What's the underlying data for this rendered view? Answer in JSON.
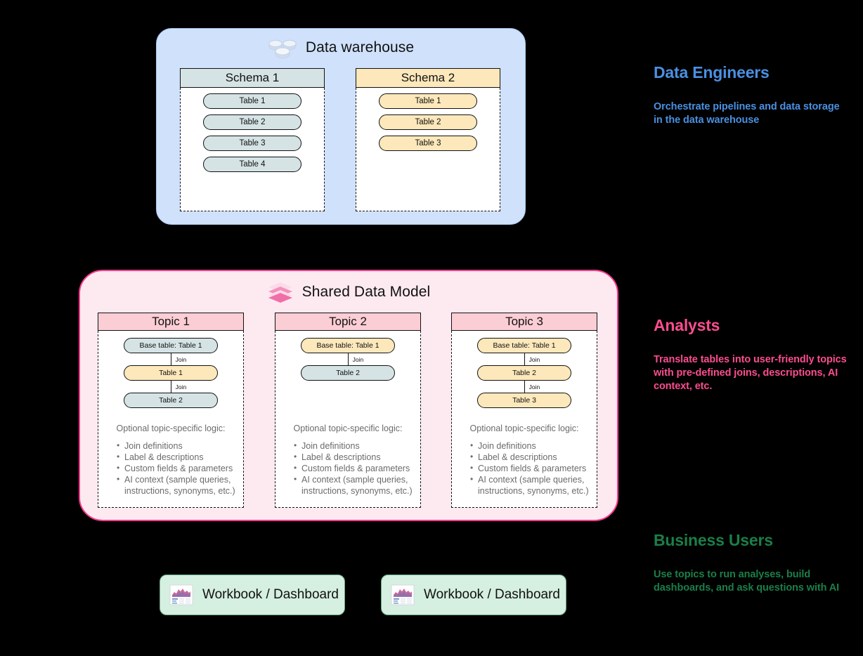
{
  "warehouse": {
    "title": "Data warehouse",
    "icon": "database-pucks-icon",
    "schemas": [
      {
        "name": "Schema 1",
        "color": "#d5e3e5",
        "tables": [
          "Table 1",
          "Table 2",
          "Table 3",
          "Table 4"
        ]
      },
      {
        "name": "Schema 2",
        "color": "#fce8bb",
        "tables": [
          "Table 1",
          "Table 2",
          "Table 3"
        ]
      }
    ]
  },
  "shared_data_model": {
    "title": "Shared Data Model",
    "icon": "stacked-layers-icon",
    "logic_title": "Optional topic-specific logic:",
    "logic_items": [
      "Join definitions",
      "Label & descriptions",
      "Custom fields & parameters",
      "AI context (sample queries, instructions, synonyms, etc.)"
    ],
    "join_label": "Join",
    "topics": [
      {
        "name": "Topic 1",
        "chain": [
          {
            "label": "Base table: Table 1",
            "color": "teal"
          },
          {
            "label": "Table 1",
            "color": "amber"
          },
          {
            "label": "Table 2",
            "color": "teal"
          }
        ]
      },
      {
        "name": "Topic 2",
        "chain": [
          {
            "label": "Base table: Table 1",
            "color": "amber"
          },
          {
            "label": "Table 2",
            "color": "teal"
          }
        ]
      },
      {
        "name": "Topic 3",
        "chain": [
          {
            "label": "Base table: Table 1",
            "color": "amber"
          },
          {
            "label": "Table 2",
            "color": "amber"
          },
          {
            "label": "Table 3",
            "color": "amber"
          }
        ]
      }
    ]
  },
  "workbooks": [
    {
      "label": "Workbook / Dashboard",
      "icon": "dashboard-card-icon"
    },
    {
      "label": "Workbook / Dashboard",
      "icon": "dashboard-card-icon"
    }
  ],
  "personas": [
    {
      "title": "Data Engineers",
      "description": "Orchestrate pipelines and data storage in the data warehouse",
      "color": "#4a90e2"
    },
    {
      "title": "Analysts",
      "description": "Translate tables into user-friendly topics with pre-defined joins, descriptions, AI context, etc.",
      "color": "#fb4d8f"
    },
    {
      "title": "Business Users",
      "description": "Use topics to run analyses, build dashboards, and ask questions with AI",
      "color": "#1a7f48"
    }
  ],
  "palette": {
    "background": "#000000",
    "warehouse_panel": "#cfe1fb",
    "sdm_panel": "#fdeaf0",
    "sdm_border": "#ff3c8e",
    "topic_header": "#fbcdd5",
    "workbook": "#d5efe0"
  }
}
